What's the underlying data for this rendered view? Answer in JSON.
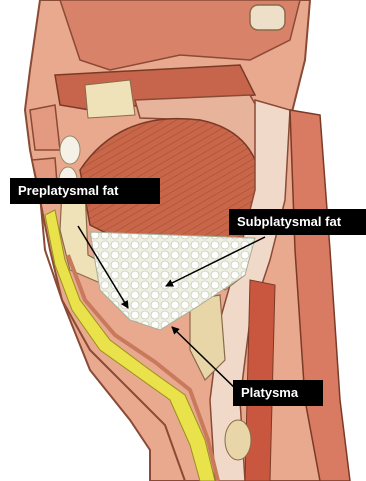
{
  "labels": {
    "preplatysmal_fat": "Preplatysmal fat",
    "subplatysmal_fat": "Subplatysmal fat",
    "platysma": "Platysma"
  },
  "colors": {
    "skin": "#e8a98f",
    "muscle": "#c46a4a",
    "fat": "#e9e24a",
    "subplatysmal_fat_fill": "#f2f4ea",
    "airway": "#f0d9c8",
    "label_bg": "#000000",
    "label_text": "#ffffff"
  }
}
